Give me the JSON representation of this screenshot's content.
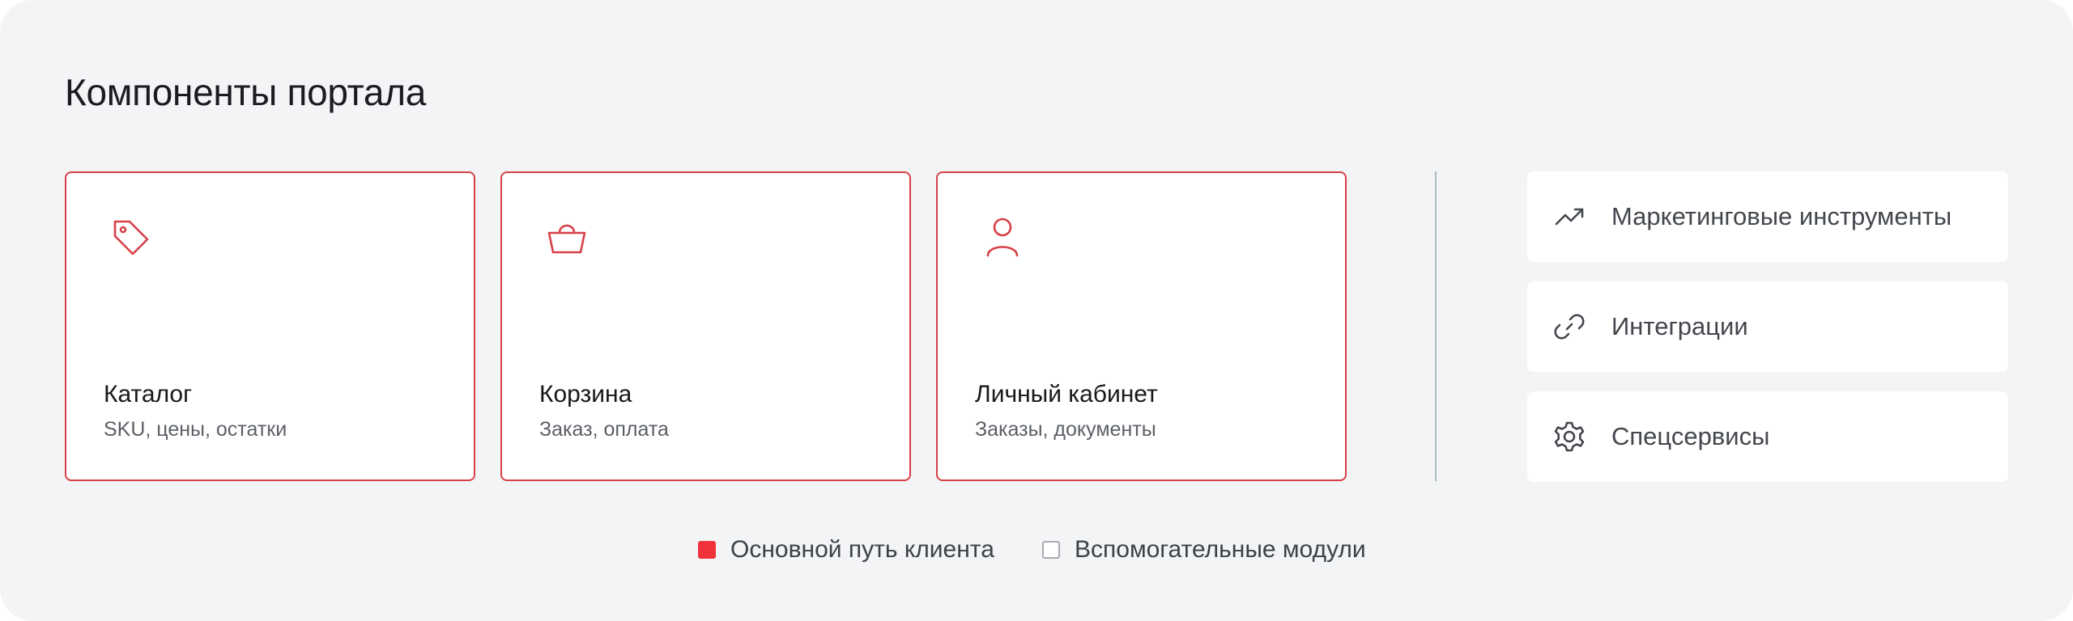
{
  "page": {
    "title": "Компоненты портала"
  },
  "colors": {
    "accent": "#d84048",
    "primary_swatch": "#f0323c",
    "divider": "#a9bfbd",
    "background": "#f3f4f6"
  },
  "cards": [
    {
      "icon": "tag-icon",
      "title": "Каталог",
      "subtitle": "SKU, цены, остатки"
    },
    {
      "icon": "basket-icon",
      "title": "Корзина",
      "subtitle": "Заказ, оплата"
    },
    {
      "icon": "user-icon",
      "title": "Личный кабинет",
      "subtitle": "Заказы, документы"
    }
  ],
  "side_items": [
    {
      "icon": "trending-up-icon",
      "label": "Маркетинговые инструменты"
    },
    {
      "icon": "link-icon",
      "label": "Интеграции"
    },
    {
      "icon": "gear-icon",
      "label": "Спецсервисы"
    }
  ],
  "legend": {
    "primary_label": "Основной путь клиента",
    "secondary_label": "Вспомогательные модули"
  }
}
